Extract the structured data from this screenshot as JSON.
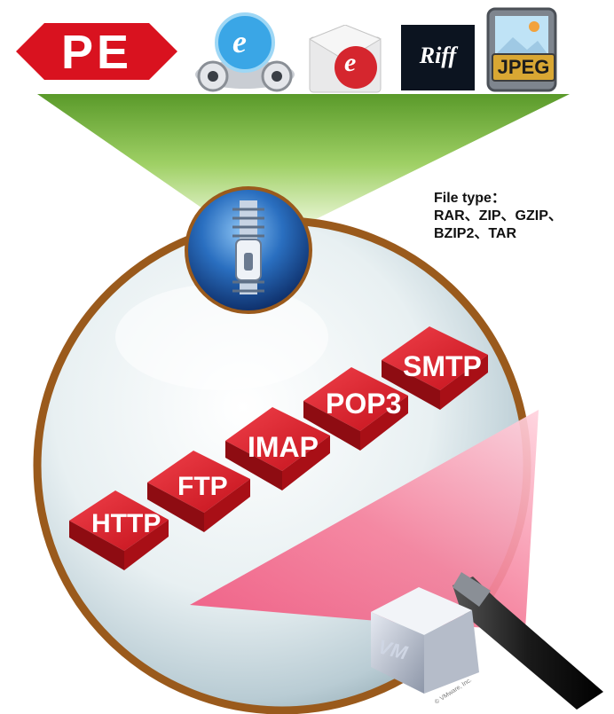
{
  "icons": {
    "pe_label": "PE",
    "ie_letter": "e",
    "mail_letter": "e",
    "riff_label": "Riff",
    "jpeg_label": "JPEG"
  },
  "file_type": {
    "line1": "File type：",
    "line2": "RAR、ZIP、GZIP、",
    "line3": "BZIP2、TAR"
  },
  "protocols": [
    "HTTP",
    "FTP",
    "IMAP",
    "POP3",
    "SMTP"
  ],
  "vm": {
    "label": "VM",
    "copyright": "© VMware, Inc."
  },
  "colors": {
    "green_beam": "#8cc64f",
    "pink_beam": "#f06a8c",
    "lens_rim": "#9a5a1c",
    "protocol_block": "#c8141c",
    "pe_red": "#d9121f",
    "zipper_blue": "#2a6fc0"
  }
}
